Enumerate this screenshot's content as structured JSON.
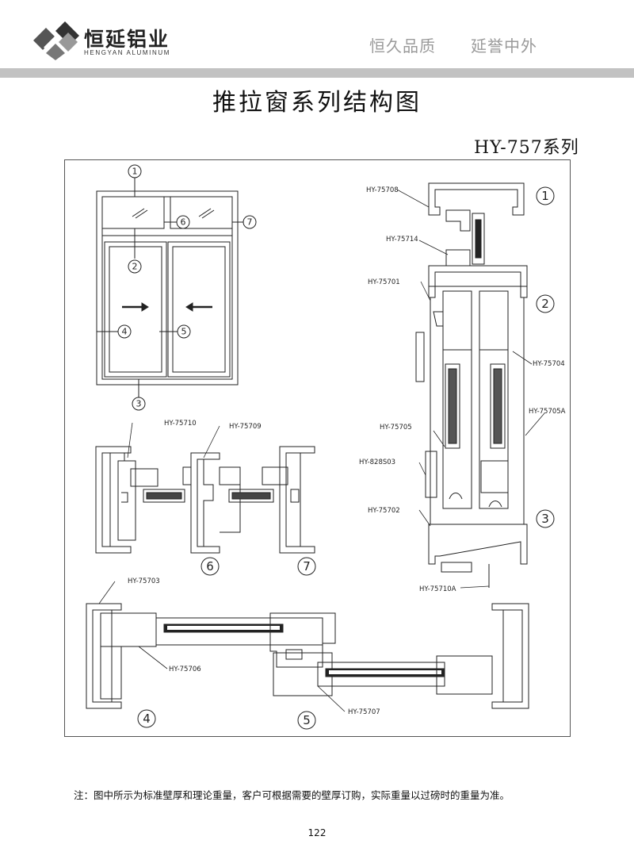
{
  "header": {
    "brand_cn": "恒延铝业",
    "brand_en": "HENGYAN ALUMINUM",
    "slogan_1": "恒久品质",
    "slogan_2": "延誉中外"
  },
  "title": "推拉窗系列结构图",
  "series": "HY-757系列",
  "drawing": {
    "callouts": [
      "1",
      "2",
      "3",
      "4",
      "5",
      "6",
      "7"
    ],
    "part_labels": {
      "p75708": "HY-75708",
      "p75714": "HY-75714",
      "p75701": "HY-75701",
      "p75704": "HY-75704",
      "p75705": "HY-75705",
      "p75705A": "HY-75705A",
      "p828S03": "HY-828S03",
      "p75702": "HY-75702",
      "p75710A": "HY-75710A",
      "p75710": "HY-75710",
      "p75709": "HY-75709",
      "p75703": "HY-75703",
      "p75706": "HY-75706",
      "p75707": "HY-75707"
    }
  },
  "note": "注：图中所示为标准壁厚和理论重量，客户可根据需要的壁厚订购，实际重量以过磅时的重量为准。",
  "page_number": "122",
  "colors": {
    "bar": "#c2c2c2",
    "slogan": "#9a9a9a",
    "line": "#222222"
  }
}
